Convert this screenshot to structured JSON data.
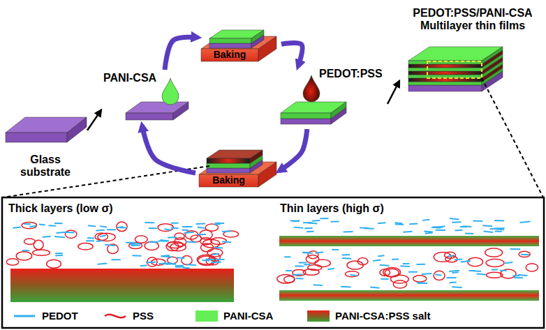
{
  "diagram": {
    "nodes": [
      {
        "text": [
          "Glass substrate"
        ]
      },
      {
        "text": [
          "PANI-CSA"
        ]
      },
      {
        "text": [
          "Baking"
        ]
      },
      {
        "text": [
          "PEDOT:PSS"
        ]
      },
      {
        "text": [
          "Baking"
        ]
      },
      {
        "text": [
          "PEDOT:PSS/PANI-CSA Multilayer thin films"
        ]
      },
      {
        "text": [
          "Thick layers (low σ)"
        ]
      },
      {
        "text": [
          "Thin layers (high σ)"
        ]
      }
    ],
    "edges": [
      {
        "from": 0,
        "to": 1,
        "arrow": "to"
      },
      {
        "from": 1,
        "to": 2,
        "arrow": "to"
      },
      {
        "from": 2,
        "to": 3,
        "arrow": "to"
      },
      {
        "from": 3,
        "to": 4,
        "arrow": "to"
      },
      {
        "from": 4,
        "to": 1,
        "arrow": "to"
      },
      {
        "from": 3,
        "to": 5,
        "arrow": "to"
      }
    ],
    "legend": [
      {
        "text": "PEDOT"
      },
      {
        "text": "PSS"
      },
      {
        "text": "PANI-CSA",
        "color": "#66ee55"
      },
      {
        "text": "PANI-CSA:PSS salt"
      }
    ]
  }
}
